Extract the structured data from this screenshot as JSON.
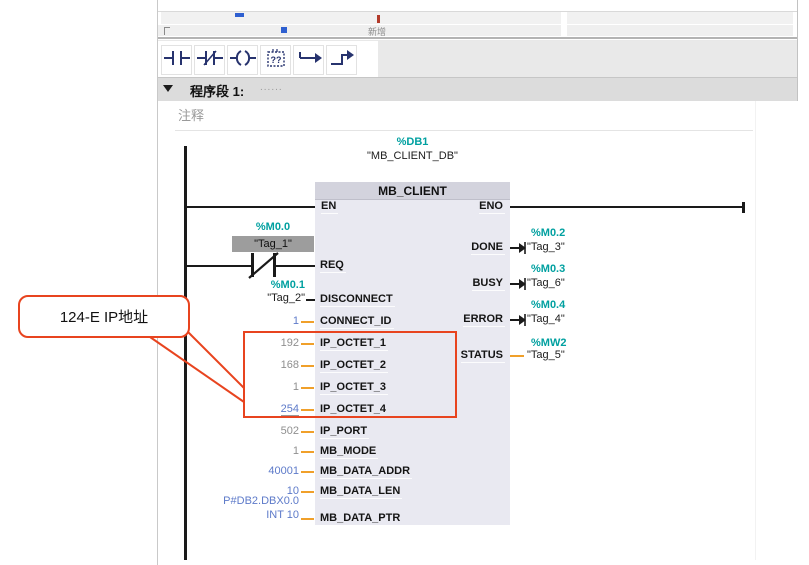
{
  "colors": {
    "teal": "#00a0a0",
    "value_gray": "#8f8f8f",
    "value_blue": "#5d7ac9",
    "wire_orange": "#f0a02a",
    "annotation": "#e8441f",
    "icon_navy": "#27336e"
  },
  "top_fragment": {
    "row_text": "新增"
  },
  "toolbar": {
    "buttons": [
      {
        "name": "no-contact"
      },
      {
        "name": "nc-contact"
      },
      {
        "name": "coil"
      },
      {
        "name": "empty-box",
        "label": "??"
      },
      {
        "name": "open-branch"
      },
      {
        "name": "close-branch"
      }
    ]
  },
  "network": {
    "collapse": "▼",
    "title": "程序段 1:",
    "title_placeholder": "......",
    "comment_placeholder": "注释"
  },
  "callout": {
    "label": "124-E IP地址"
  },
  "block": {
    "db_address": "%DB1",
    "db_name": "\"MB_CLIENT_DB\"",
    "title": "MB_CLIENT",
    "en": "EN",
    "eno": "ENO",
    "contact": {
      "address": "%M0.0",
      "tag": "\"Tag_1\""
    },
    "disconnect_operand": {
      "address": "%M0.1",
      "tag": "\"Tag_2\""
    },
    "inputs": [
      {
        "pin": "REQ"
      },
      {
        "pin": "DISCONNECT"
      },
      {
        "pin": "CONNECT_ID",
        "value": "1"
      },
      {
        "pin": "IP_OCTET_1",
        "value": "192"
      },
      {
        "pin": "IP_OCTET_2",
        "value": "168"
      },
      {
        "pin": "IP_OCTET_3",
        "value": "1"
      },
      {
        "pin": "IP_OCTET_4",
        "value": "254"
      },
      {
        "pin": "IP_PORT",
        "value": "502"
      },
      {
        "pin": "MB_MODE",
        "value": "1"
      },
      {
        "pin": "MB_DATA_ADDR",
        "value": "40001"
      },
      {
        "pin": "MB_DATA_LEN",
        "value": "10"
      },
      {
        "pin": "MB_DATA_PTR",
        "value_line1": "P#DB2.DBX0.0",
        "value_line2": "INT 10"
      }
    ],
    "outputs": [
      {
        "pin": "DONE",
        "address": "%M0.2",
        "tag": "\"Tag_3\""
      },
      {
        "pin": "BUSY",
        "address": "%M0.3",
        "tag": "\"Tag_6\""
      },
      {
        "pin": "ERROR",
        "address": "%M0.4",
        "tag": "\"Tag_4\""
      },
      {
        "pin": "STATUS",
        "address": "%MW2",
        "tag": "\"Tag_5\""
      }
    ]
  }
}
